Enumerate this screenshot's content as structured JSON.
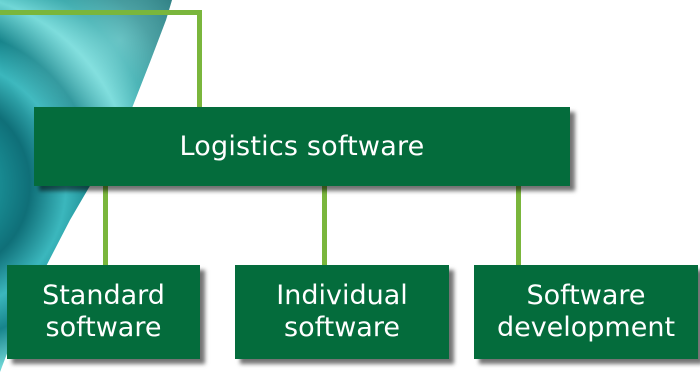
{
  "diagram": {
    "type": "hierarchy",
    "root": {
      "label": "Logistics software"
    },
    "children": [
      {
        "label": "Standard\nsoftware"
      },
      {
        "label": "Individual\nsoftware"
      },
      {
        "label": "Software\ndevelopment"
      }
    ]
  },
  "colors": {
    "box_fill": "#046c3c",
    "box_text": "#ffffff",
    "connector": "#7ab63c",
    "background_art_dark": "#0d6e73",
    "background_art_light": "#5fd0d2"
  }
}
